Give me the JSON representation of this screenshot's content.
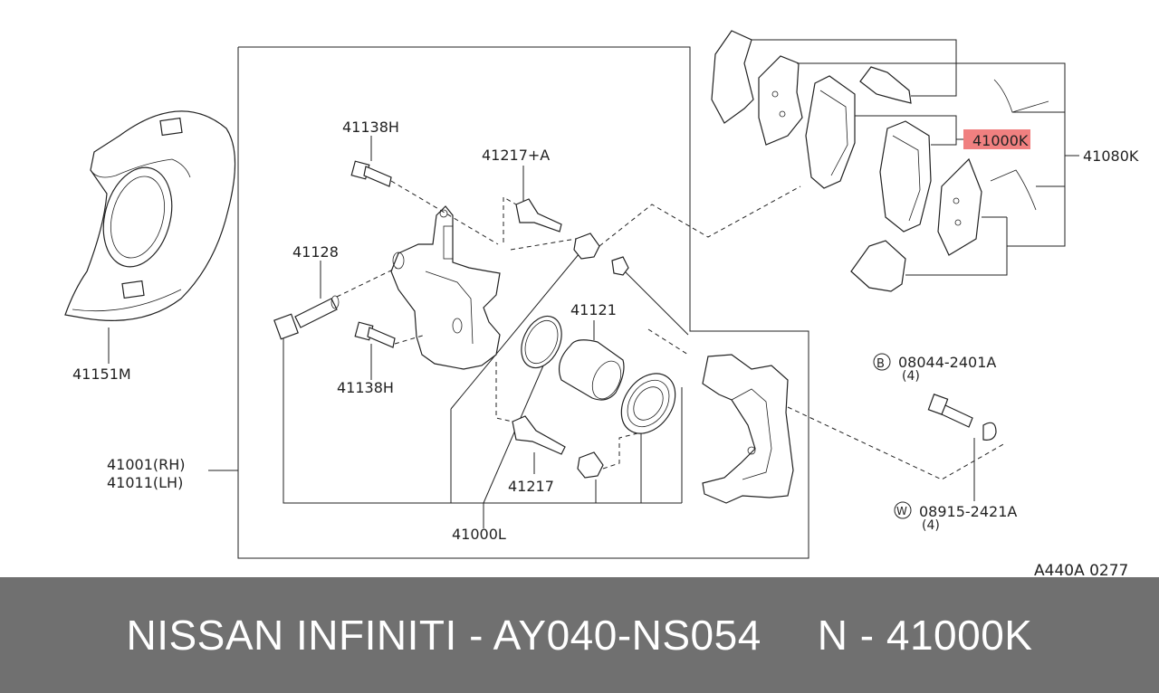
{
  "diagram": {
    "labels": {
      "p41138h_top": "41138H",
      "p41217a": "41217+A",
      "p41128": "41128",
      "p41121": "41121",
      "p41138h_bottom": "41138H",
      "p41217": "41217",
      "p41000l": "41000L",
      "p41151m": "41151M",
      "p41001": "41001(RH)",
      "p41011": "41011(LH)",
      "p41000k": "41000K",
      "p41080k": "41080K",
      "bolt_code": "08044-2401A",
      "bolt_qty": "(4)",
      "washer_code": "08915-2421A",
      "washer_qty": "(4)",
      "circle_b": "B",
      "circle_w": "W",
      "drawing_ref": "A440A 0277"
    },
    "highlight_color": "#f08080"
  },
  "footer": {
    "left": "NISSAN INFINITI - AY040-NS054",
    "right": "N - 41000K",
    "background": "#707070"
  }
}
